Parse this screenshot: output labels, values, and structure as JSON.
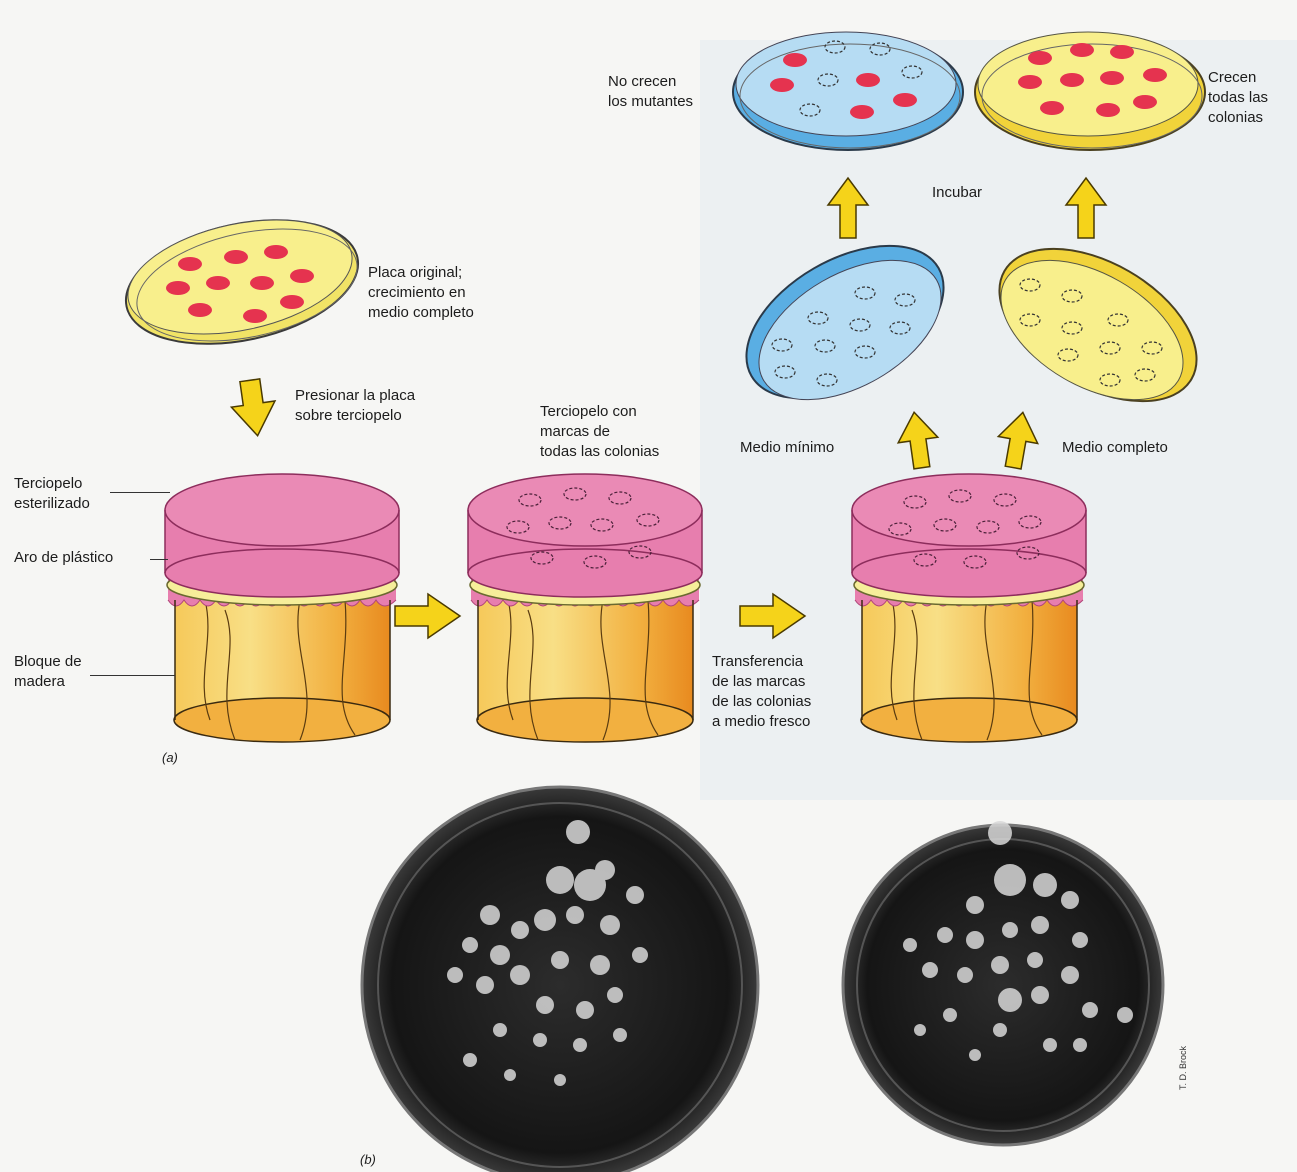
{
  "labels": {
    "placa_original": "Placa original;\ncrecimiento en\nmedio completo",
    "presionar": "Presionar la placa\nsobre terciopelo",
    "terciopelo_esterilizado": "Terciopelo\nesterilizado",
    "aro_plastico": "Aro de plástico",
    "bloque_madera": "Bloque de\nmadera",
    "terciopelo_marcas": "Terciopelo con\nmarcas de\ntodas las colonias",
    "transferencia": "Transferencia\nde las marcas\nde las colonias\na medio fresco",
    "medio_minimo": "Medio mínimo",
    "medio_completo": "Medio completo",
    "incubar": "Incubar",
    "no_crecen": "No crecen\nlos mutantes",
    "crecen_todas": "Crecen\ntodas las\ncolonias",
    "panel_a": "(a)",
    "panel_b": "(b)",
    "credit": "T. D. Brock"
  },
  "colors": {
    "yellow_medium": "#f7ec7a",
    "blue_medium": "#b6dcf3",
    "pink_velvet": "#e77eae",
    "colony_red": "#e5334f",
    "arrow_yellow": "#f5d31a",
    "wood": "#f3b545"
  }
}
